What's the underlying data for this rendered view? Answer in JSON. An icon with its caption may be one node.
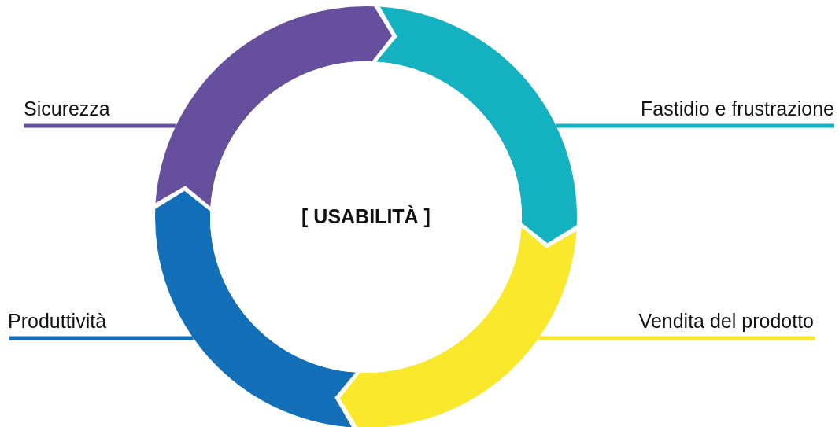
{
  "diagram": {
    "nodes": [
      {
        "text": [
          "Sicurezza"
        ]
      },
      {
        "text": [
          "Fastidio e frustrazione"
        ]
      },
      {
        "text": [
          "[ USABILITÀ ]"
        ]
      },
      {
        "text": [
          "Produttività"
        ]
      },
      {
        "text": [
          "Vendita del prodotto"
        ]
      },
      {
        "text": [],
        "shape": "arc"
      },
      {
        "text": [],
        "shape": "arc"
      },
      {
        "text": [],
        "shape": "arc"
      },
      {
        "text": [],
        "shape": "arc"
      }
    ],
    "edges": [
      {
        "from": 0,
        "to": 5,
        "arrow": "none",
        "color": "#66509d"
      },
      {
        "from": 1,
        "to": 6,
        "arrow": "none",
        "color": "#14b1c1"
      },
      {
        "from": 3,
        "to": 7,
        "arrow": "none",
        "color": "#1370b8"
      },
      {
        "from": 4,
        "to": 8,
        "arrow": "none",
        "color": "#f9e82b"
      }
    ]
  }
}
